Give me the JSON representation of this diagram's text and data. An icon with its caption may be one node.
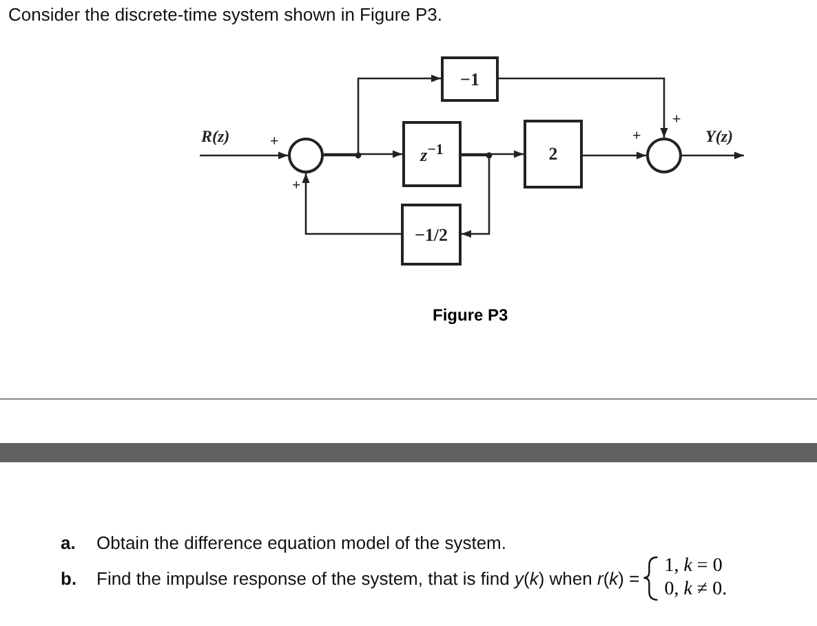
{
  "diagram": {
    "title": "Consider the discrete-time system shown in Figure P3.",
    "caption": "Figure P3",
    "nodes": [
      {
        "text": [],
        "shape": "circle"
      },
      {
        "text": [
          "−1"
        ]
      },
      {
        "text": [
          "*z*$^{−1}$"
        ]
      },
      {
        "text": [
          "2"
        ]
      },
      {
        "text": [
          "−1/2"
        ]
      },
      {
        "text": [],
        "shape": "circle"
      }
    ],
    "edges": [
      {
        "from": null,
        "to": 0,
        "arrow": "to",
        "label": "R(z)"
      },
      {
        "from": 0,
        "to": 1,
        "arrow": "to"
      },
      {
        "from": 0,
        "to": 2,
        "arrow": "to"
      },
      {
        "from": 2,
        "to": 3,
        "arrow": "to"
      },
      {
        "from": 2,
        "to": 4,
        "arrow": "to"
      },
      {
        "from": 4,
        "to": 0,
        "arrow": "to"
      },
      {
        "from": 1,
        "to": 5,
        "arrow": "to"
      },
      {
        "from": 3,
        "to": 5,
        "arrow": "to"
      },
      {
        "from": 5,
        "to": null,
        "arrow": "to",
        "label": "Y(z)"
      }
    ],
    "labels": [
      "+",
      "+",
      "+",
      "+",
      "a.",
      "Obtain the difference equation model of the system.",
      "b.",
      "Find the impulse response of the system, that is find *y*(*k*) when *r*(*k*) =",
      "1, *k* = 0",
      "0, *k* ≠ 0."
    ]
  }
}
